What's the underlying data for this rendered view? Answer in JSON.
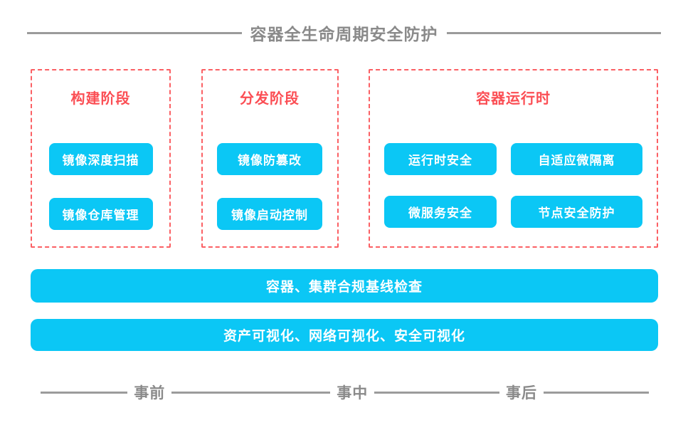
{
  "title": "容器全生命周期安全防护",
  "colors": {
    "accent_cyan": "#0bc7f5",
    "accent_red_text": "#fb4e54",
    "accent_red_border": "#fb6064",
    "gray_text": "#8a8a8a",
    "gray_line": "#9b9b9b"
  },
  "phases": [
    {
      "label": "构建阶段",
      "items": [
        "镜像深度扫描",
        "镜像仓库管理"
      ]
    },
    {
      "label": "分发阶段",
      "items": [
        "镜像防篡改",
        "镜像启动控制"
      ]
    },
    {
      "label": "容器运行时",
      "items": [
        "运行时安全",
        "自适应微隔离",
        "微服务安全",
        "节点安全防护"
      ]
    }
  ],
  "bars": [
    "容器、集群合规基线检查",
    "资产可视化、网络可视化、安全可视化"
  ],
  "timeline": [
    "事前",
    "事中",
    "事后"
  ]
}
